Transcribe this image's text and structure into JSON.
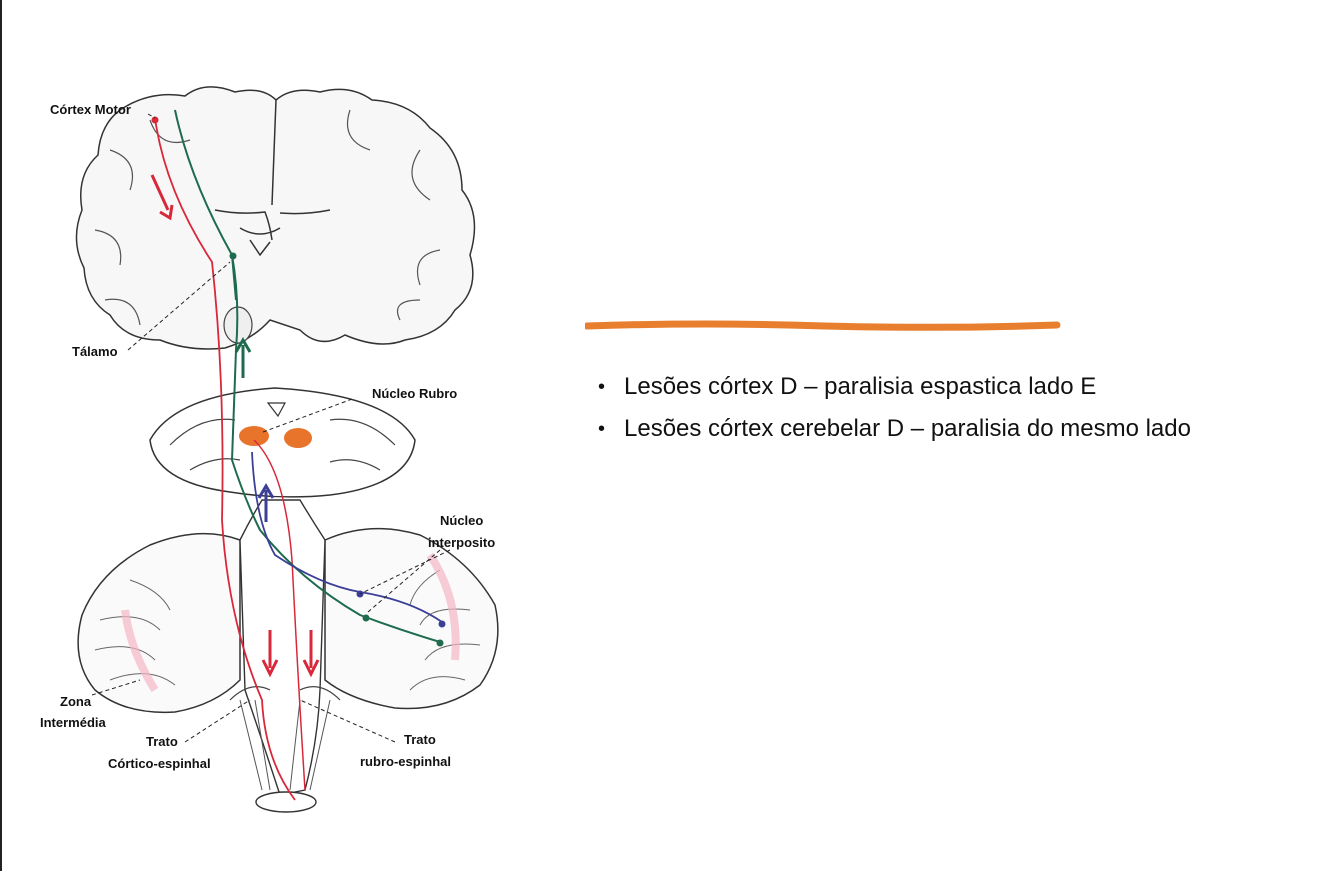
{
  "diagram": {
    "labels": {
      "cortex_motor": "Córtex Motor",
      "talamo": "Tálamo",
      "nucleo_rubro": "Núcleo Rubro",
      "nucleo_interposito_line1": "Núcleo",
      "nucleo_interposito_line2": "interposito",
      "zona_line1": "Zona",
      "zona_line2": "Intermédia",
      "trato_cortico_line1": "Trato",
      "trato_cortico_line2": "Córtico-espinhal",
      "trato_rubro_line1": "Trato",
      "trato_rubro_line2": "rubro-espinhal"
    },
    "colors": {
      "corticospinal_tract": "#d8283a",
      "cerebellar_output": "#1e6b4e",
      "interposito_path": "#3b3f96",
      "red_nucleus": "#e8732a",
      "divider": "#e87f2f"
    }
  },
  "bullets": [
    "Lesões córtex D – paralisia espastica lado E",
    "Lesões córtex cerebelar D – paralisia do mesmo lado"
  ]
}
